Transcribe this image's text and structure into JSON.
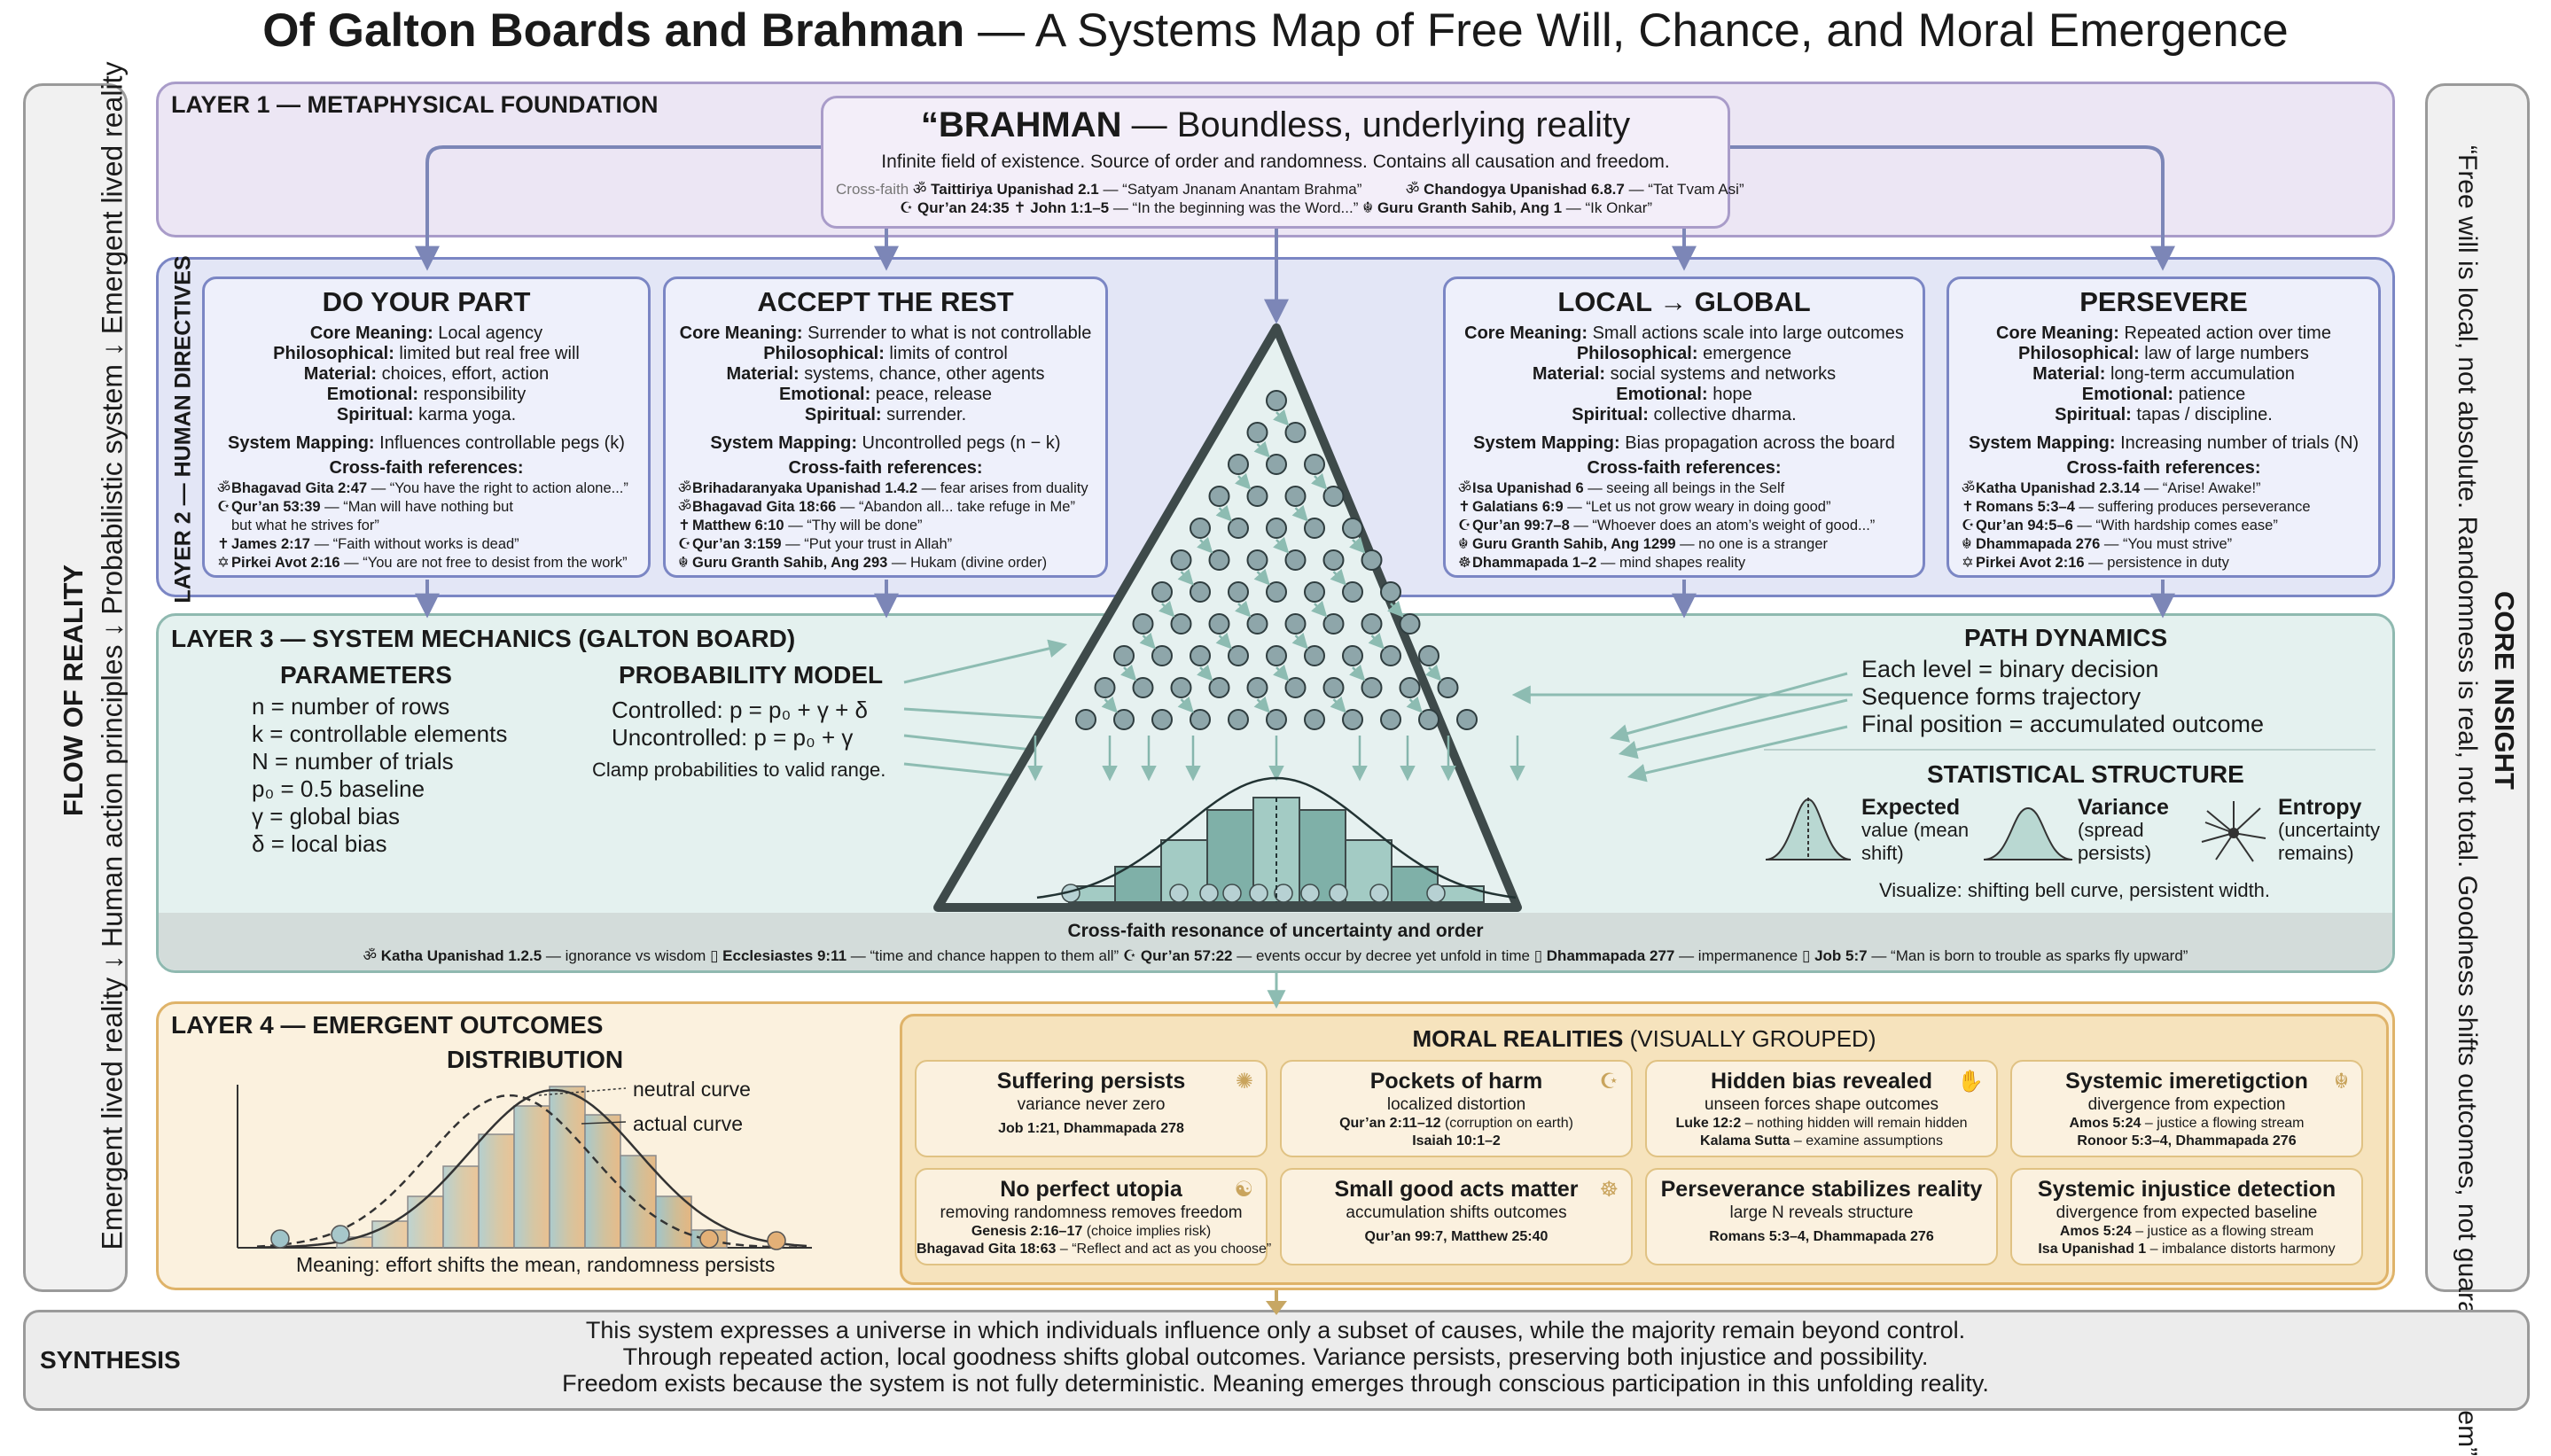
{
  "title": {
    "bold": "Of Galton Boards and Brahman",
    "rest": " — A Systems Map of Free Will, Chance, and Moral Emergence"
  },
  "left_bar": {
    "heading": "FLOW OF REALITY",
    "flow": "Emergent lived reality ↓ Human action principles ↓ Probabilistic system ↓ Emergent lived reality"
  },
  "right_bar": {
    "heading": "CORE INSIGHT",
    "quote": "“Free will is local, not absolute. Randomness is real, not total. Goodness shifts outcomes, not guarantees them”"
  },
  "layer1": {
    "label": "LAYER 1 — METAPHYSICAL FOUNDATION",
    "brahman_title": "“BRAHMAN",
    "brahman_sub": " — Boundless, underlying reality",
    "desc": "Infinite field of existence. Source of order and randomness. Contains all causation and freedom.",
    "cross_label": "Cross-faith",
    "refs": [
      {
        "ref": "Taittiriya Upanishad 2.1",
        "text": " — “Satyam Jnanam Anantam Brahma”"
      },
      {
        "ref": "Chandogya Upanishad 6.8.7",
        "text": " — “Tat Tvam Asi”"
      },
      {
        "ref": "Qur’an 24:35",
        "text": ""
      },
      {
        "ref": "John 1:1–5",
        "text": " — “In the beginning was the Word...”"
      },
      {
        "ref": "Guru Granth Sahib, Ang 1",
        "text": " — “Ik Onkar”"
      }
    ]
  },
  "layer2": {
    "label": "LAYER 2 — HUMAN DIRECTIVES",
    "cards": [
      {
        "title": "DO YOUR PART",
        "lines": [
          [
            "Core Meaning:",
            " Local agency"
          ],
          [
            "Philosophical:",
            " limited but real free will"
          ],
          [
            "Material:",
            " choices, effort, action"
          ],
          [
            "Emotional:",
            " responsibility"
          ],
          [
            "Spiritual:",
            " karma yoga."
          ]
        ],
        "mapping": [
          "System Mapping:",
          " Influences controllable pegs (k)"
        ],
        "refs_head": "Cross-faith references:",
        "refs": [
          [
            "Bhagavad Gita 2:47",
            " — “You have the right to action alone...”"
          ],
          [
            "Qur’an 53:39",
            " — “Man will have nothing but"
          ],
          [
            "",
            "but what he strives for”"
          ],
          [
            "James 2:17",
            " — “Faith without works is dead”"
          ],
          [
            "Pirkei Avot 2:16",
            " — “You are not free to desist from the work”"
          ]
        ]
      },
      {
        "title": "ACCEPT THE REST",
        "lines": [
          [
            "Core Meaning:",
            " Surrender to what is not controllable"
          ],
          [
            "Philosophical:",
            " limits of control"
          ],
          [
            "Material:",
            " systems, chance, other agents"
          ],
          [
            "Emotional:",
            " peace, release"
          ],
          [
            "Spiritual:",
            " surrender."
          ]
        ],
        "mapping": [
          "System Mapping:",
          " Uncontrolled pegs (n − k)"
        ],
        "refs_head": "Cross-faith references:",
        "refs": [
          [
            "Brihadaranyaka Upanishad 1.4.2",
            " — fear arises from duality"
          ],
          [
            "Bhagavad Gita 18:66",
            " — “Abandon all... take refuge in Me”"
          ],
          [
            "Matthew 6:10",
            " — “Thy will be done”"
          ],
          [
            "Qur’an 3:159",
            " — “Put your trust in Allah”"
          ],
          [
            "Guru Granth Sahib, Ang 293",
            " — Hukam (divine order)"
          ]
        ]
      },
      {
        "title": "LOCAL → GLOBAL",
        "lines": [
          [
            "Core Meaning:",
            " Small actions scale into large outcomes"
          ],
          [
            "Philosophical:",
            " emergence"
          ],
          [
            "Material:",
            " social systems and networks"
          ],
          [
            "Emotional:",
            " hope"
          ],
          [
            "Spiritual:",
            " collective dharma."
          ]
        ],
        "mapping": [
          "System Mapping:",
          " Bias propagation across the board"
        ],
        "refs_head": "Cross-faith references:",
        "refs": [
          [
            "Isa Upanishad 6",
            " — seeing all beings in the Self"
          ],
          [
            "Galatians 6:9",
            " — “Let us not grow weary in doing good”"
          ],
          [
            "Qur’an 99:7–8",
            " — “Whoever does an atom’s weight of good...”"
          ],
          [
            "Guru Granth Sahib, Ang 1299",
            " — no one is a stranger"
          ],
          [
            "Dhammapada 1–2",
            " — mind shapes reality"
          ]
        ]
      },
      {
        "title": "PERSEVERE",
        "lines": [
          [
            "Core Meaning:",
            " Repeated action over time"
          ],
          [
            "Philosophical:",
            " law of large numbers"
          ],
          [
            "Material:",
            " long-term accumulation"
          ],
          [
            "Emotional:",
            " patience"
          ],
          [
            "Spiritual:",
            " tapas / discipline."
          ]
        ],
        "mapping": [
          "System Mapping:",
          " Increasing number of trials (N)"
        ],
        "refs_head": "Cross-faith references:",
        "refs": [
          [
            "Katha Upanishad 2.3.14",
            " — “Arise! Awake!”"
          ],
          [
            "Romans 5:3–4",
            " — suffering produces perseverance"
          ],
          [
            "Qur’an 94:5–6",
            " — “With hardship comes ease”"
          ],
          [
            "Dhammapada 276",
            " — “You must strive”"
          ],
          [
            "Pirkei Avot 2:16",
            " — persistence in duty"
          ]
        ]
      }
    ]
  },
  "layer3": {
    "label": "LAYER 3 — SYSTEM MECHANICS (GALTON BOARD)",
    "params_title": "PARAMETERS",
    "params": [
      "n = number of rows",
      "k = controllable elements",
      "N = number of trials",
      "p₀ = 0.5 baseline",
      "γ = global bias",
      "δ = local bias"
    ],
    "prob_title": "PROBABILITY MODEL",
    "prob_lines": [
      "Controlled: p = p₀ + γ + δ",
      "Uncontrolled: p = p₀ + γ"
    ],
    "prob_note": "Clamp probabilities to valid range.",
    "path_title": "PATH DYNAMICS",
    "path_lines": [
      "Each level = binary decision",
      "Sequence forms trajectory",
      "Final position = accumulated outcome"
    ],
    "stat_title": "STATISTICAL STRUCTURE",
    "stats": [
      {
        "name": "Expected",
        "desc1": "value (mean",
        "desc2": "shift)"
      },
      {
        "name": "Variance",
        "desc1": "(spread",
        "desc2": "persists)"
      },
      {
        "name": "Entropy",
        "desc1": "(uncertainty",
        "desc2": "remains)"
      }
    ],
    "stat_note": "Visualize: shifting bell curve, persistent width.",
    "resonance_title": "Cross-faith resonance of uncertainty and order",
    "resonance": [
      [
        "Katha Upanishad 1.2.5",
        " — ignorance vs wisdom"
      ],
      [
        "Ecclesiastes 9:11",
        " — “time and chance happen to them all”"
      ],
      [
        "Qur’an 57:22",
        " — events occur by decree yet unfold in time"
      ],
      [
        "Dhammapada 277",
        " — impermanence"
      ],
      [
        "Job 5:7",
        " — “Man is born to trouble as sparks fly upward”"
      ]
    ]
  },
  "layer4": {
    "label": "LAYER 4 — EMERGENT OUTCOMES",
    "dist_title": "DISTRIBUTION",
    "neutral": "neutral curve",
    "actual": "actual curve",
    "meaning": "Meaning: effort shifts the mean, randomness persists",
    "moral_title": "MORAL REALITIES",
    "moral_sub": " (VISUALLY GROUPED)",
    "cards": [
      {
        "title": "Suffering persists",
        "sub": "variance never zero",
        "refs": [
          [
            "Job 1:21, Dhammapada 278",
            ""
          ]
        ]
      },
      {
        "title": "Pockets of harm",
        "sub": "localized distortion",
        "refs": [
          [
            "Qur’an 2:11–12",
            " (corruption on earth)"
          ],
          [
            "Isaiah 10:1–2",
            ""
          ]
        ]
      },
      {
        "title": "Hidden bias revealed",
        "sub": "unseen forces shape outcomes",
        "refs": [
          [
            "Luke 12:2",
            " – nothing hidden will remain hidden"
          ],
          [
            "Kalama Sutta",
            " – examine assumptions"
          ]
        ]
      },
      {
        "title": "Systemic imeretigction",
        "sub": "divergence from expection",
        "refs": [
          [
            "Amos 5:24",
            " – justice a flowing stream"
          ],
          [
            "Ronoor 5:3–4, Dhammapada 276",
            ""
          ]
        ]
      },
      {
        "title": "No perfect utopia",
        "sub": "removing randomness removes freedom",
        "refs": [
          [
            "Genesis 2:16–17",
            " (choice implies risk)"
          ],
          [
            "Bhagavad Gita 18:63",
            " – “Reflect and act as you choose”"
          ]
        ]
      },
      {
        "title": "Small good acts matter",
        "sub": "accumulation shifts outcomes",
        "refs": [
          [
            "Qur’an 99:7, Matthew 25:40",
            ""
          ]
        ]
      },
      {
        "title": "Perseverance stabilizes reality",
        "sub": "large N reveals structure",
        "refs": [
          [
            "Romans 5:3–4, Dhammapada 276",
            ""
          ]
        ]
      },
      {
        "title": "Systemic injustice detection",
        "sub": "divergence from expected baseline",
        "refs": [
          [
            "Amos 5:24",
            " – justice as a flowing stream"
          ],
          [
            "Isa Upanishad 1",
            " – imbalance distorts harmony"
          ]
        ]
      }
    ]
  },
  "synthesis": {
    "label": "SYNTHESIS",
    "lines": [
      "This system expresses a universe in which individuals influence only a subset of causes, while the majority remain beyond control.",
      "Through repeated action, local goodness shifts global outcomes. Variance persists, preserving both injustice and possibility.",
      "Freedom exists because the system is not fully deterministic. Meaning emerges through conscious participation in this unfolding reality."
    ]
  },
  "colors": {
    "layer1": "#ece6f4",
    "layer2": "#e3e6f6",
    "layer3": "#e4f1ef",
    "layer4": "#fbf1de",
    "border_blue": "#7b86c4",
    "teal": "#8fb9b0",
    "amber": "#dfb369"
  }
}
